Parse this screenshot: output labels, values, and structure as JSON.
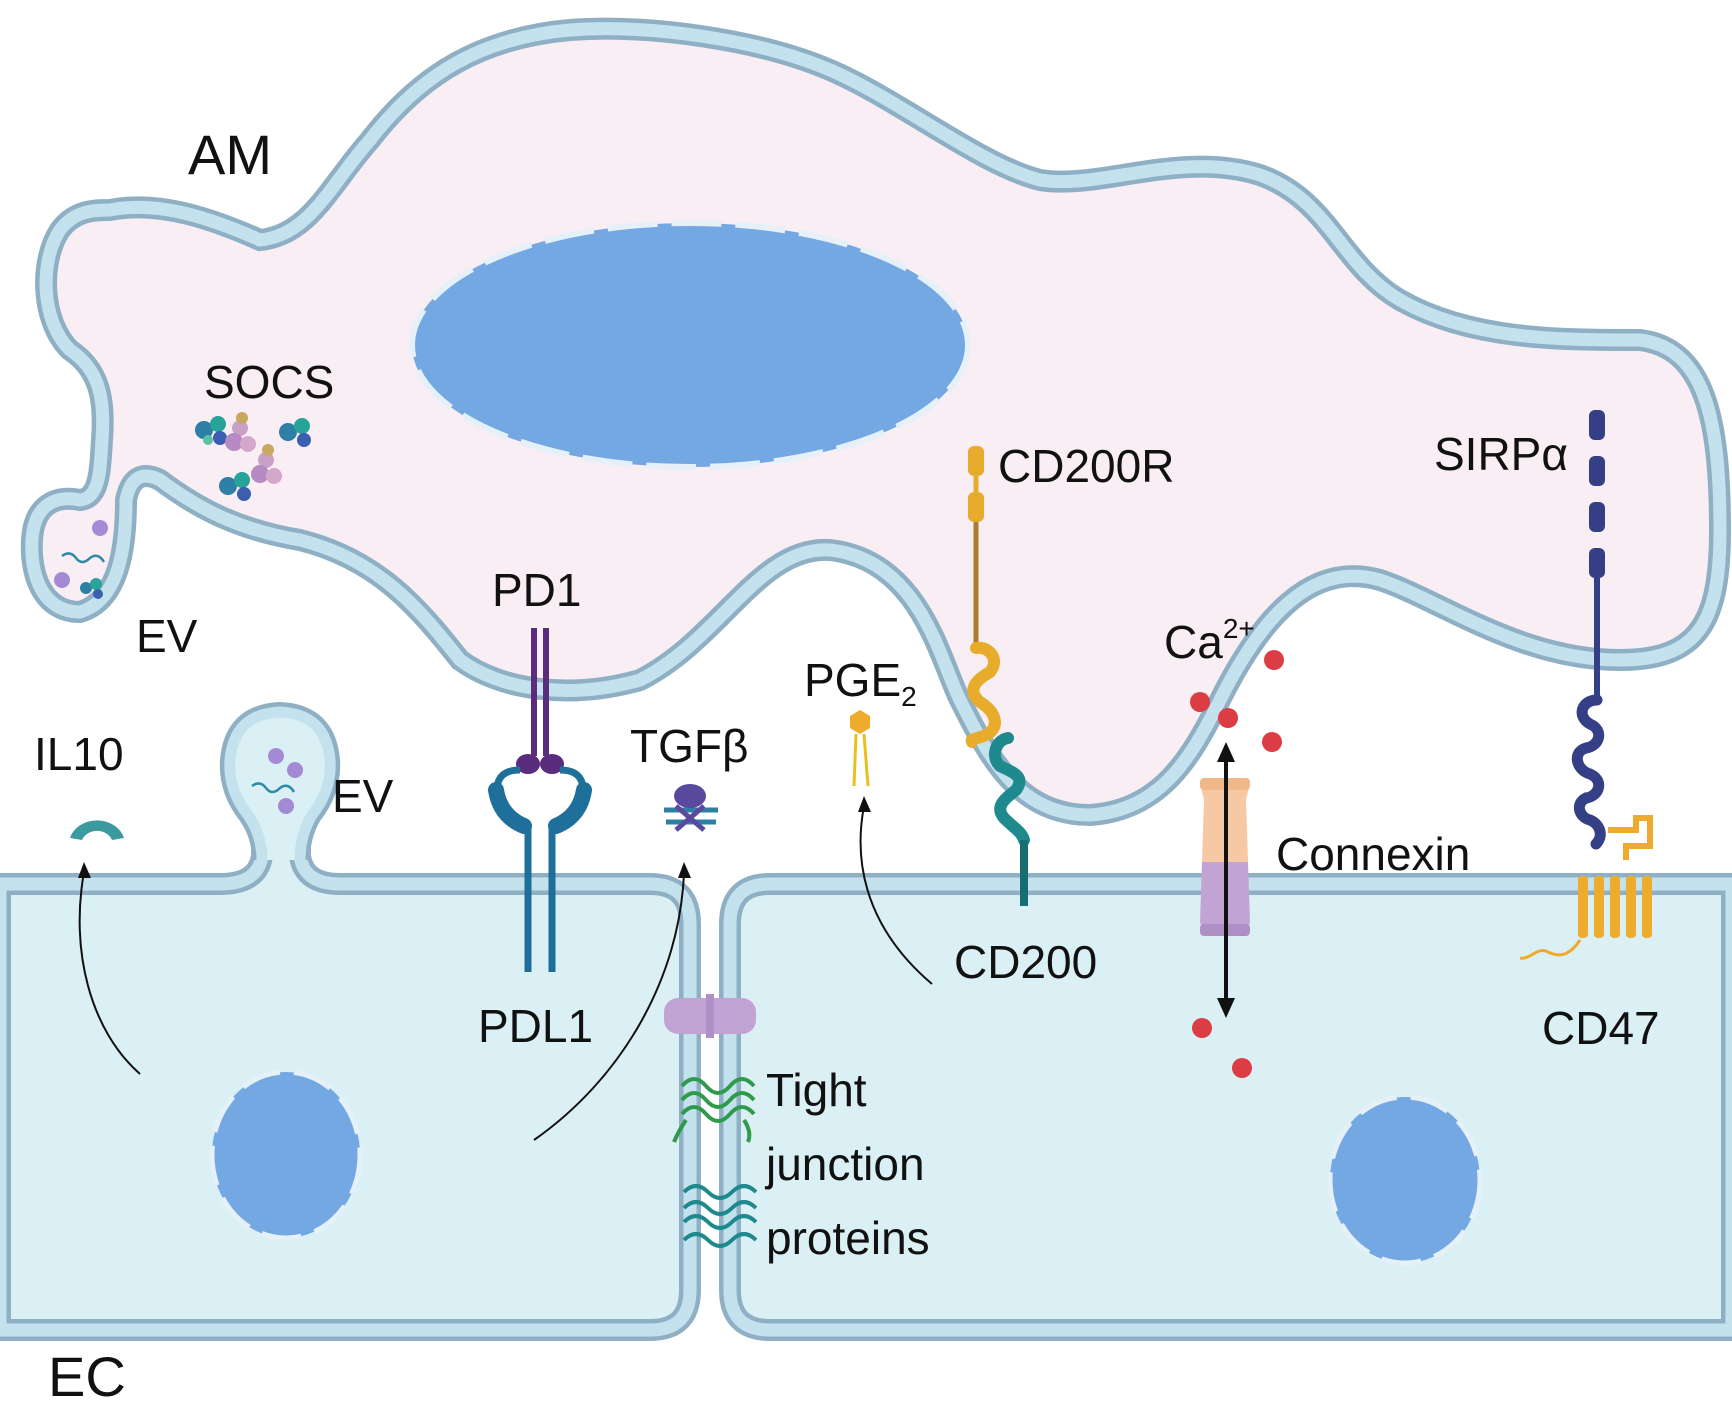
{
  "labels": {
    "am": "AM",
    "ec": "EC",
    "socs": "SOCS",
    "ev_am": "EV",
    "ev_ec": "EV",
    "il10": "IL10",
    "pd1": "PD1",
    "pdl1": "PDL1",
    "tgfb": "TGFβ",
    "pge2_base": "PGE",
    "pge2_sub": "2",
    "cd200r": "CD200R",
    "cd200": "CD200",
    "ca_base": "Ca",
    "ca_sup": "2+",
    "connexin": "Connexin",
    "sirpa": "SIRPα",
    "cd47": "CD47",
    "tight_1": "Tight",
    "tight_2": "junction",
    "tight_3": "proteins"
  },
  "colors": {
    "membrane": "#b8d8e8",
    "membrane_edge": "#8fb0c4",
    "am_cytoplasm": "#f8eef4",
    "ec_cytoplasm": "#daf0f4",
    "nucleus": "#74a8e2",
    "pd1": "#5a2c7e",
    "pdl1": "#1e6f9a",
    "cd200r": "#e8ac2c",
    "cd200": "#1f8a8e",
    "sirpa": "#343f86",
    "cd47": "#efab2b",
    "connexin_top": "#f6c8a4",
    "connexin_bottom": "#c2a4d4",
    "calcium": "#dc3c44",
    "vesicle_dot": "#a48ad4"
  }
}
